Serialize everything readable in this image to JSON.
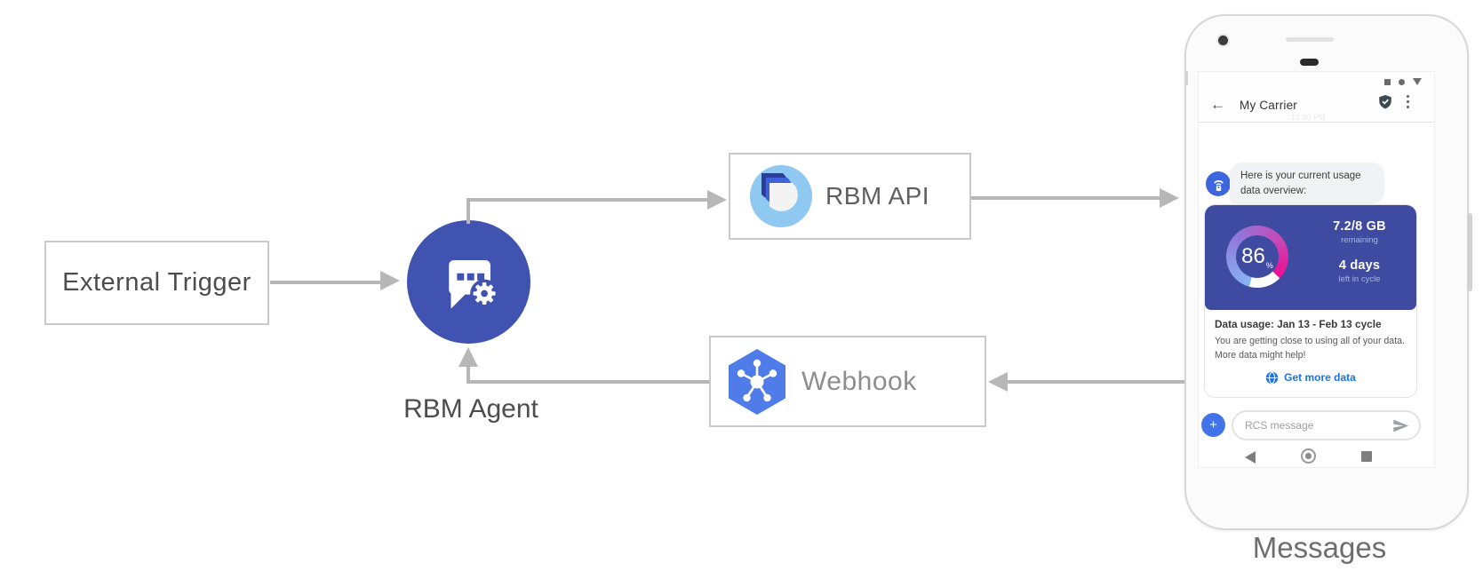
{
  "diagram": {
    "external_trigger_label": "External Trigger",
    "rbm_agent_label": "RBM Agent",
    "rbm_api_label": "RBM API",
    "webhook_label": "Webhook",
    "phone_caption": "Messages"
  },
  "phone": {
    "app_bar": {
      "title": "My Carrier"
    },
    "faint_timestamp": "12:30 PM",
    "chat_bubble": {
      "text": "Here is your current usage data overview:"
    },
    "usage_card": {
      "gauge": {
        "percent": "86",
        "percent_sign": "%"
      },
      "quota_value": "7.2/8 GB",
      "quota_label": "remaining",
      "days_value": "4 days",
      "days_label": "left in cycle",
      "cycle_title": "Data usage: Jan 13 - Feb 13 cycle",
      "cycle_body_line1": "You are getting close to using all of your data.",
      "cycle_body_line2": "More data might help!",
      "action_label": "Get more data"
    },
    "composer": {
      "placeholder": "RCS message",
      "plus_label": "+"
    }
  },
  "colors": {
    "agent_circle": "#4053b1",
    "banner_indigo": "#3e4ba0",
    "gauge_blue": "#85b7f3",
    "gauge_pink": "#ee0f94",
    "hexagon_blue": "#4f7ce9",
    "link_blue": "#1a73e8",
    "arrow_gray": "#b7b7b7"
  }
}
